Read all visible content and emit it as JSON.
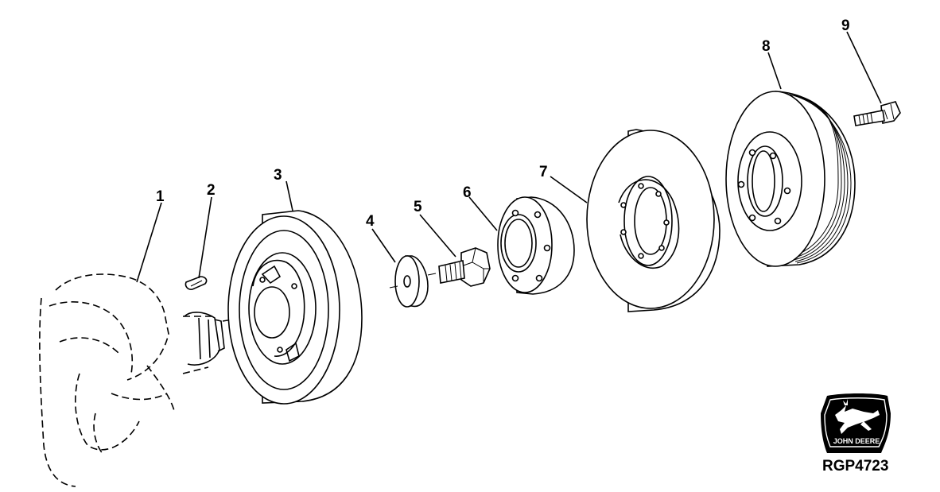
{
  "callouts": [
    "1",
    "2",
    "3",
    "4",
    "5",
    "6",
    "7",
    "8",
    "9"
  ],
  "logo": {
    "brand": "JOHN DEERE",
    "icon": "leaping-deer-icon",
    "background": "#000000",
    "foreground": "#ffffff"
  },
  "figure_id": "RGP4723"
}
